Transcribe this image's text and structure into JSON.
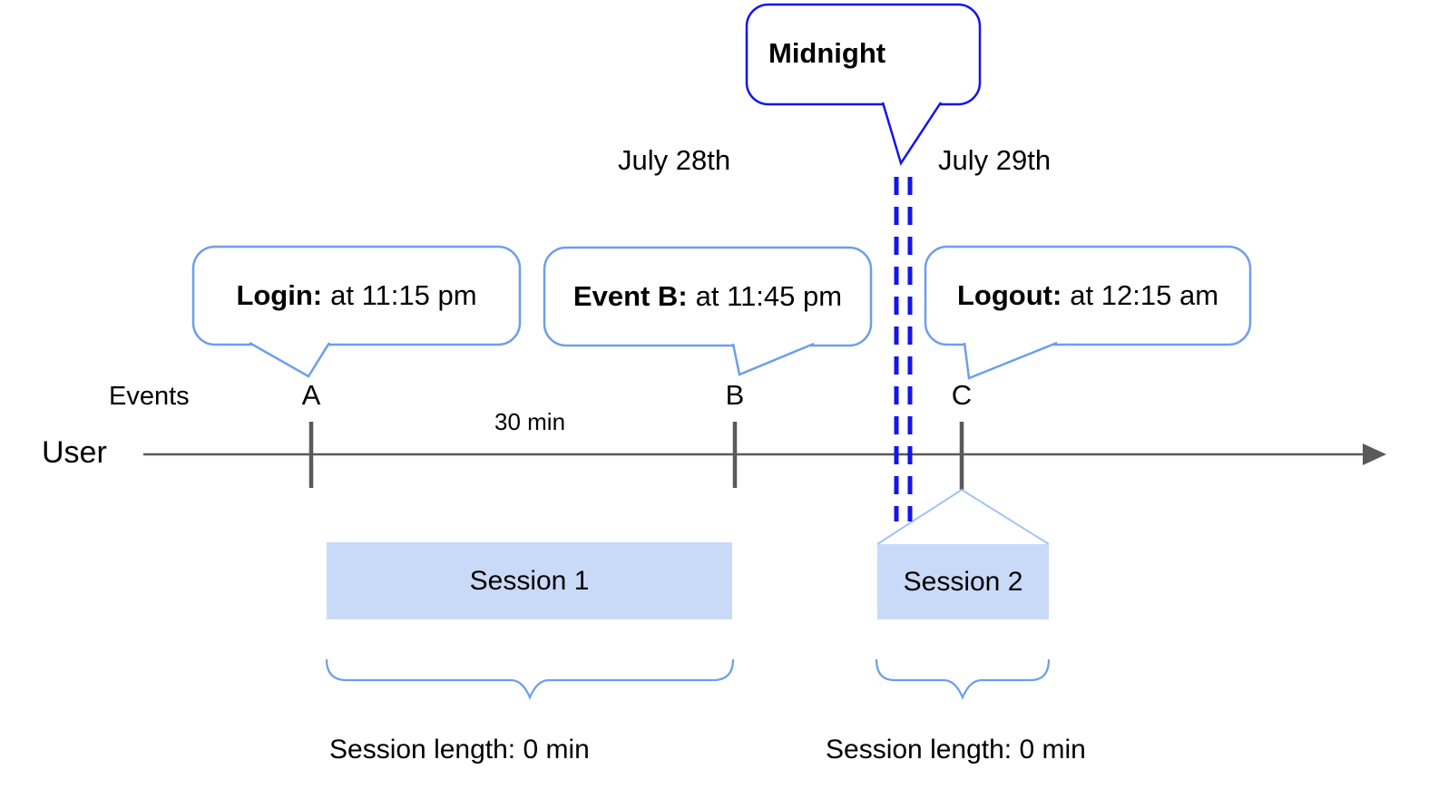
{
  "colors": {
    "strong_blue": "#1414ee",
    "bubble_border_blue": "#6d9eeb",
    "session_fill": "#c9daf8",
    "roof_line_blue": "#a4c2f4",
    "timeline_gray": "#595959",
    "text_black": "#000000"
  },
  "midnight": {
    "label": "Midnight"
  },
  "dates": {
    "left": "July 28th",
    "right": "July 29th"
  },
  "bubbles": {
    "login": {
      "label": "Login:",
      "time": "at 11:15 pm"
    },
    "event_b": {
      "label": "Event B:",
      "time": "at 11:45 pm"
    },
    "logout": {
      "label": "Logout:",
      "time": "at 12:15 am"
    }
  },
  "timeline": {
    "events_label": "Events",
    "user_label": "User",
    "interval_label": "30 min",
    "markers": [
      "A",
      "B",
      "C"
    ]
  },
  "sessions": [
    {
      "name": "Session 1",
      "length_label": "Session length: 0 min"
    },
    {
      "name": "Session 2",
      "length_label": "Session length: 0 min"
    }
  ]
}
